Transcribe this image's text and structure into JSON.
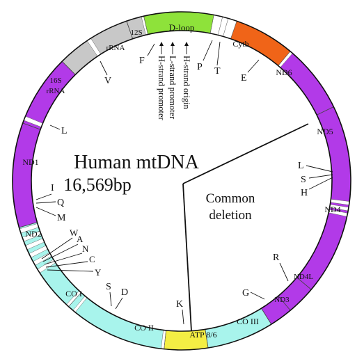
{
  "title": "Human mtDNA",
  "size": "16,569bp",
  "deletion_label": [
    "Common",
    "deletion"
  ],
  "colors": {
    "purple": "#b23ae8",
    "gray": "#c8c8c8",
    "green": "#8ee23a",
    "orange": "#f06418",
    "cyan": "#a8f4ec",
    "yellow": "#f4ee44",
    "white": "#ffffff"
  },
  "segments": [
    {
      "label": "D-loop",
      "color": "green"
    },
    {
      "label": "Cytb",
      "color": "orange"
    },
    {
      "label": "ND6",
      "color": "purple"
    },
    {
      "label": "ND5",
      "color": "purple"
    },
    {
      "label": "ND4",
      "color": "purple"
    },
    {
      "label": "ND4L",
      "color": "purple"
    },
    {
      "label": "ND3",
      "color": "purple"
    },
    {
      "label": "CO III",
      "color": "cyan"
    },
    {
      "label": "ATP 8/6",
      "color": "yellow"
    },
    {
      "label": "CO II",
      "color": "cyan"
    },
    {
      "label": "CO I",
      "color": "cyan"
    },
    {
      "label": "ND2",
      "color": "purple"
    },
    {
      "label": "ND1",
      "color": "purple"
    },
    {
      "label": "16S rRNA",
      "color": "gray"
    },
    {
      "label": "12S rRNA",
      "color": "gray"
    }
  ],
  "trna_labels": [
    "F",
    "V",
    "L",
    "I",
    "Q",
    "M",
    "W",
    "A",
    "N",
    "C",
    "Y",
    "S",
    "D",
    "K",
    "G",
    "R",
    "H",
    "S",
    "L",
    "E",
    "T",
    "P"
  ],
  "promoters": [
    "H-strand origin",
    "L-strand promoter",
    "H-strand promoter"
  ]
}
